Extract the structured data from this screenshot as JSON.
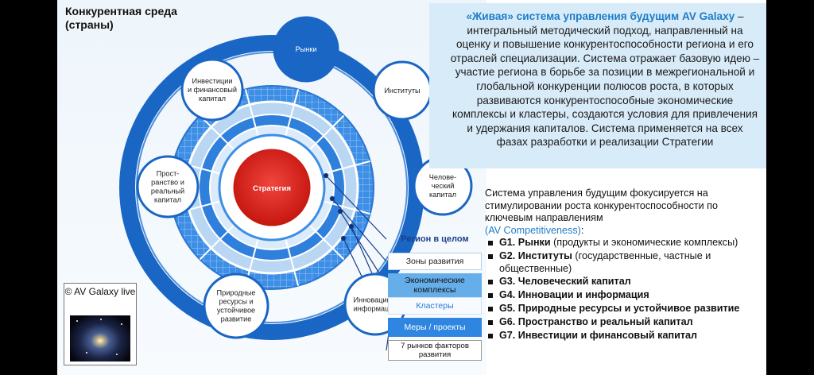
{
  "environment_label": "Конкурентная среда (страны)",
  "center_label": "Стратегия",
  "outer_nodes": [
    "Рынки",
    "Институты",
    "Челове-\nческий\nкапитал",
    "Инновации и\nинформация",
    "Природные\nресурсы и\nустойчивое\nразвитие",
    "Прост-\nранство и\nреальный\nкапитал",
    "Инвестиции\nи финансовый\nкапитал"
  ],
  "legend": {
    "title": "Регион в целом",
    "items": [
      "Зоны развития",
      "Экономические комплексы",
      "Кластеры",
      "Меры / проекты",
      "7 рынков факторов развития"
    ]
  },
  "copyright": "© AV Galaxy live",
  "description": {
    "title": "«Живая» система управления будущим AV Galaxy",
    "body": " – интегральный методический подход, направленный на оценку и повышение конкурентоспособности региона и его отраслей специализации. Система отражает базовую идею – участие региона в борьбе за позиции в межрегиональной и глобальной конкуренции полюсов роста, в которых развиваются конкурентоспособные экономические комплексы и кластеры, создаются условия для привлечения и удержания капиталов. Система применяется на всех фазах разработки и реализации Стратегии"
  },
  "focus": {
    "intro": "Система управления будущим фокусируется на стимулировании роста конкурентоспособности по ключевым направлениям",
    "link": "(AV Competitiveness)",
    "suffix": ":"
  },
  "goals": [
    {
      "name": "G1. Рынки",
      "detail": " (продукты и экономические комплексы)"
    },
    {
      "name": "G2. Институты",
      "detail": " (государственные, частные и общественные)"
    },
    {
      "name": "G3. Человеческий капитал",
      "detail": ""
    },
    {
      "name": "G4. Инновации и информация",
      "detail": ""
    },
    {
      "name": "G5. Природные ресурсы и устойчивое развитие",
      "detail": ""
    },
    {
      "name": "G6. Пространство и реальный капитал",
      "detail": ""
    },
    {
      "name": "G7. Инвестиции и финансовый капитал",
      "detail": ""
    }
  ],
  "colors": {
    "ring_blue": "#1a66c4",
    "center_red": "#e2231a",
    "highlight_blue": "#1f7dc8",
    "text_panel_bg": "#d8ebf8"
  }
}
